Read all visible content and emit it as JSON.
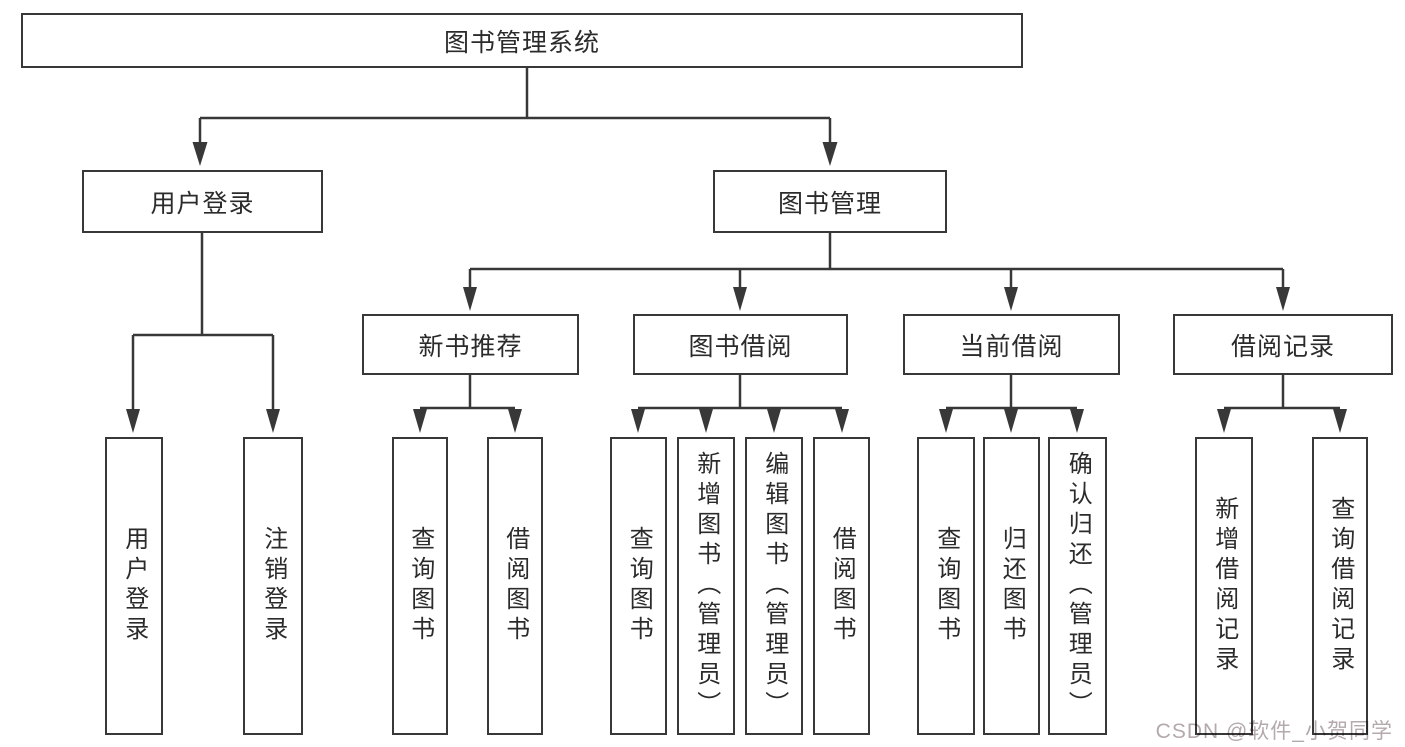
{
  "tree": {
    "root": {
      "label": "图书管理系统"
    },
    "level2": [
      {
        "label": "用户登录",
        "children": [
          {
            "label": "用户登录"
          },
          {
            "label": "注销登录"
          }
        ]
      },
      {
        "label": "图书管理",
        "children": [
          {
            "label": "新书推荐",
            "children": [
              {
                "label": "查询图书"
              },
              {
                "label": "借阅图书"
              }
            ]
          },
          {
            "label": "图书借阅",
            "children": [
              {
                "label": "查询图书"
              },
              {
                "label": "新增图书（管理员）"
              },
              {
                "label": "编辑图书（管理员）"
              },
              {
                "label": "借阅图书"
              }
            ]
          },
          {
            "label": "当前借阅",
            "children": [
              {
                "label": "查询图书"
              },
              {
                "label": "归还图书"
              },
              {
                "label": "确认归还（管理员）"
              }
            ]
          },
          {
            "label": "借阅记录",
            "children": [
              {
                "label": "新增借阅记录"
              },
              {
                "label": "查询借阅记录"
              }
            ]
          }
        ]
      }
    ]
  },
  "watermark": {
    "text": "CSDN @软件_小贺同学"
  },
  "colors": {
    "line": "#383838",
    "text": "#2b2b2b",
    "background": "#ffffff",
    "watermark": "#b4a9ad"
  }
}
